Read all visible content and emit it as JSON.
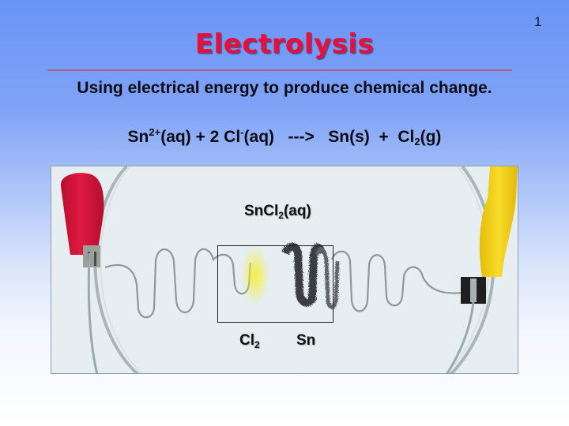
{
  "slide": {
    "number": "1",
    "title": "Electrolysis",
    "subtitle": "Using electrical energy to produce chemical change.",
    "equation": {
      "reactant1_symbol": "Sn",
      "reactant1_charge": "2+",
      "reactant1_state": "(aq)",
      "plus1": " + ",
      "reactant2_coeff_symbol": "2 Cl",
      "reactant2_charge": "-",
      "reactant2_state": "(aq)",
      "arrow": "   --->   ",
      "product1": "Sn(s)",
      "plus2": "  +  ",
      "product2_symbol": "Cl",
      "product2_subscript": "2",
      "product2_state": "(g)"
    }
  },
  "photo": {
    "description": "Electrolysis of tin(II) chloride solution in a petri dish with red and yellow alligator clip electrodes",
    "labels": {
      "solution_symbol": "SnCl",
      "solution_subscript": "2",
      "solution_state": "(aq)",
      "anode_product_symbol": "Cl",
      "anode_product_subscript": "2",
      "cathode_product": "Sn"
    },
    "colors": {
      "red_clip": "#d8153a",
      "yellow_clip": "#f2d21a",
      "chlorine_glow": "#f4f03a",
      "tin_deposit": "#3a3e40"
    }
  },
  "theme": {
    "title_color": "#e8103a",
    "divider_color": "#b05a8e",
    "background_top": "#6a95f6",
    "background_bottom": "#ffffff"
  }
}
